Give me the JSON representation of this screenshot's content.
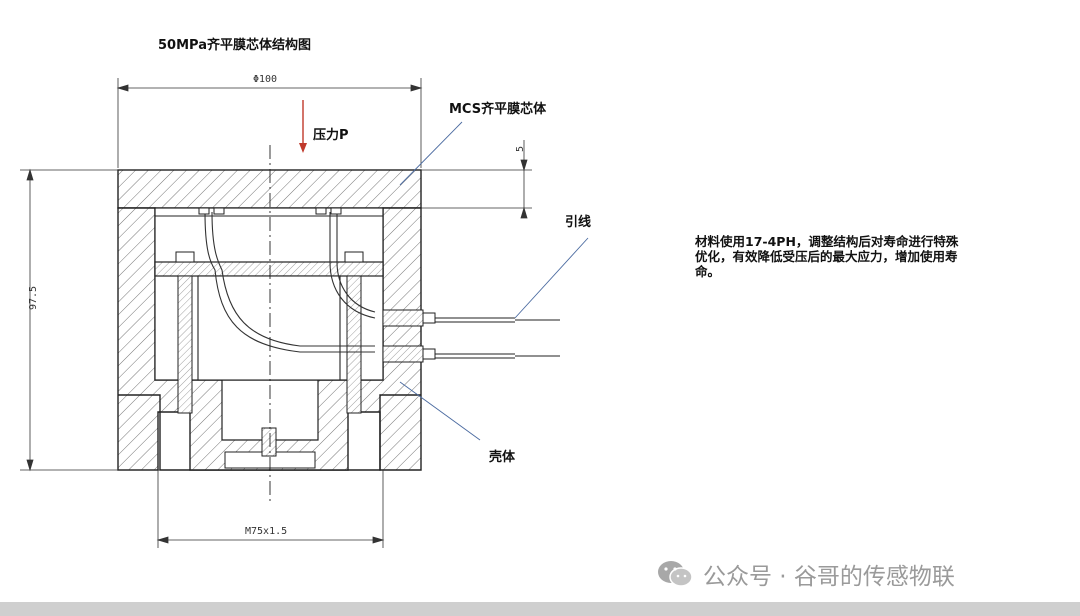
{
  "diagram": {
    "title": "50MPa齐平膜芯体结构图",
    "labels": {
      "pressure": "压力P",
      "core": "MCS齐平膜芯体",
      "lead": "引线",
      "shell": "壳体"
    },
    "dimensions": {
      "top_width": "Φ100",
      "height": "97.5",
      "diaphragm_thickness": "5",
      "bottom_thread": "M75x1.5"
    },
    "note": "材料使用17-4PH，调整结构后对寿命进行特殊优化，有效降低受压后的最大应力，增加使用寿命。",
    "colors": {
      "pressure_arrow": "#c0392b",
      "outline": "#222222",
      "leader": "#4a6aa0"
    }
  },
  "watermark": {
    "text": "公众号 · 谷哥的传感物联"
  }
}
